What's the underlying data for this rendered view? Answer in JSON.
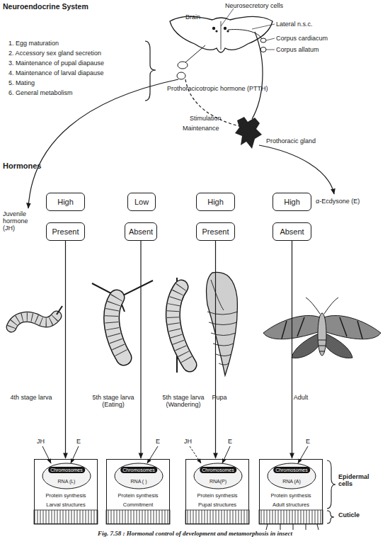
{
  "diagram": {
    "title": "Neuroendocrine System",
    "caption": "Fig. 7.58 : Hormonal control of development and metamorphosis in insect",
    "nodes": [
      {
        "text": [
          "High"
        ]
      },
      {
        "text": [
          "Low"
        ]
      },
      {
        "text": [
          "High"
        ]
      },
      {
        "text": [
          "High"
        ]
      },
      {
        "text": [
          "Present"
        ]
      },
      {
        "text": [
          "Absent"
        ]
      },
      {
        "text": [
          "Present"
        ]
      },
      {
        "text": [
          "Absent"
        ]
      },
      {
        "text": [
          "Protein synthesis",
          "Larval structures"
        ]
      },
      {
        "text": [
          "Chromosomes",
          "RNA (L)"
        ],
        "in": 8
      },
      {
        "text": [
          "Protein synthesis",
          "Commitment"
        ]
      },
      {
        "text": [
          "Chromosomes",
          "RNA ( )"
        ],
        "in": 10
      },
      {
        "text": [
          "Protein synthesis",
          "Pupal structures"
        ]
      },
      {
        "text": [
          "Chromosomes",
          "RNA(P)"
        ],
        "in": 12
      },
      {
        "text": [
          "Protein synthesis",
          "Adult structures"
        ]
      },
      {
        "text": [
          "Chromosomes",
          "RNA (A)"
        ],
        "in": 14
      }
    ],
    "edges": [
      {
        "from": 4,
        "to": 8,
        "arrow": "to"
      },
      {
        "from": 5,
        "to": 10,
        "arrow": "to"
      },
      {
        "from": 6,
        "to": 12,
        "arrow": "to"
      },
      {
        "from": 7,
        "to": 14,
        "arrow": "to"
      }
    ],
    "labels": [
      "Brain",
      "Neurosecretory cells",
      "Lateral n.s.c.",
      "Corpus cardiacum",
      "Corpus allatum",
      "1. Egg maturation",
      "2. Accessory sex gland secretion",
      "3. Maintenance of pupal diapause",
      "4. Maintenance of larval diapause",
      "5. Mating",
      "6. General metabolism",
      "Prothoracicotropic hormone (PTTH)",
      "Stimulation",
      "Maintenance",
      "Prothoracic gland",
      "Hormones",
      "α-Ecdysone (E)",
      "Juvenile hormone (JH)",
      "4th stage larva",
      "5th stage larva (Eating)",
      "5th stage larva (Wandering)",
      "Pupa",
      "Adult",
      "JH",
      "E",
      "E",
      "JH",
      "E",
      "E",
      "Epidermal cells",
      "Cuticle"
    ]
  }
}
